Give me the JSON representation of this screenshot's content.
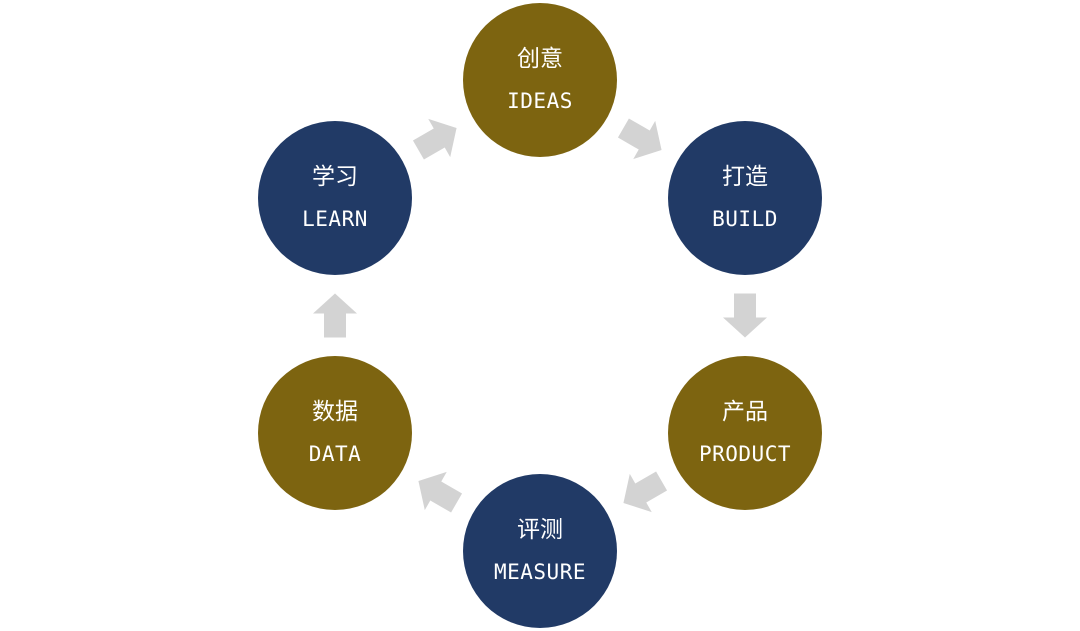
{
  "colors": {
    "gold": "#7d6410",
    "navy": "#213a66",
    "arrow": "#d3d3d3",
    "text": "#ffffff",
    "background": "#ffffff"
  },
  "nodes": [
    {
      "id": "ideas",
      "cn": "创意",
      "en": "IDEAS",
      "color": "gold"
    },
    {
      "id": "build",
      "cn": "打造",
      "en": "BUILD",
      "color": "navy"
    },
    {
      "id": "product",
      "cn": "产品",
      "en": "PRODUCT",
      "color": "gold"
    },
    {
      "id": "measure",
      "cn": "评测",
      "en": "MEASURE",
      "color": "navy"
    },
    {
      "id": "data",
      "cn": "数据",
      "en": "DATA",
      "color": "gold"
    },
    {
      "id": "learn",
      "cn": "学习",
      "en": "LEARN",
      "color": "navy"
    }
  ],
  "arrows": [
    {
      "from": "ideas",
      "to": "build",
      "icon": "arrow-icon"
    },
    {
      "from": "build",
      "to": "product",
      "icon": "arrow-icon"
    },
    {
      "from": "product",
      "to": "measure",
      "icon": "arrow-icon"
    },
    {
      "from": "measure",
      "to": "data",
      "icon": "arrow-icon"
    },
    {
      "from": "data",
      "to": "learn",
      "icon": "arrow-icon"
    },
    {
      "from": "learn",
      "to": "ideas",
      "icon": "arrow-icon"
    }
  ]
}
